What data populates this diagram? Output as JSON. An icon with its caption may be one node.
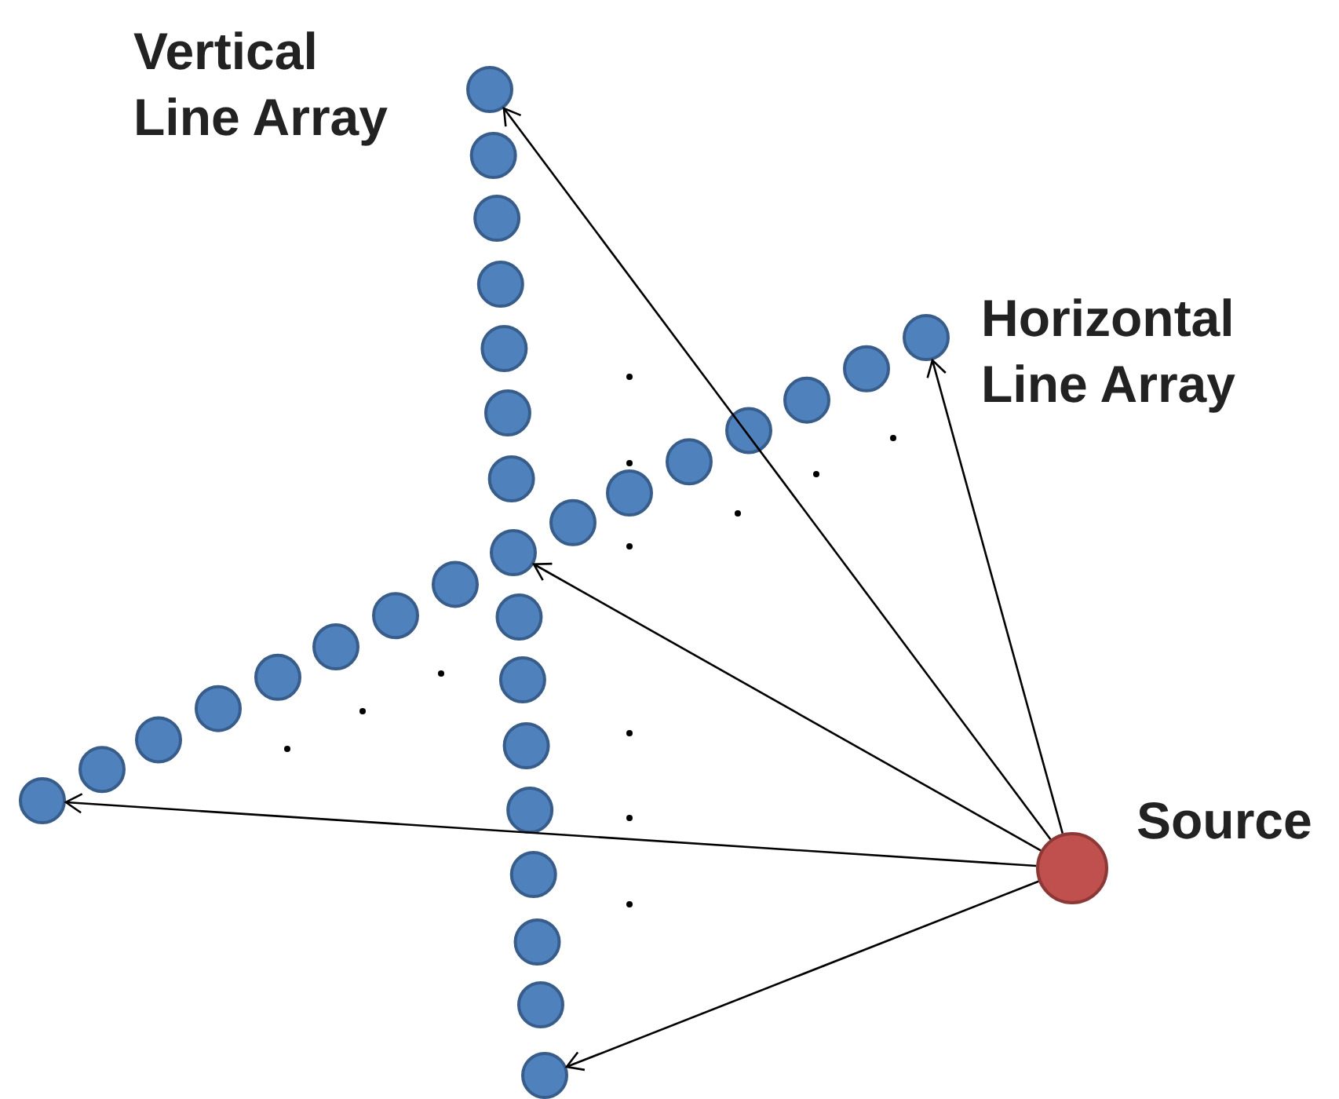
{
  "diagram": {
    "nodes": [
      {
        "text": [],
        "shape": "circle"
      },
      {
        "text": [],
        "shape": "circle"
      },
      {
        "text": [],
        "shape": "circle"
      },
      {
        "text": [],
        "shape": "circle"
      },
      {
        "text": [],
        "shape": "circle",
        "beside": [
          "Source"
        ]
      },
      {
        "text": [],
        "shape": "circle"
      }
    ],
    "edges": [
      {
        "from": 4,
        "to": 0,
        "arrow": "to"
      },
      {
        "from": 4,
        "to": 1,
        "arrow": "to"
      },
      {
        "from": 4,
        "to": 2,
        "arrow": "to"
      },
      {
        "from": 4,
        "to": 3,
        "arrow": "to"
      },
      {
        "from": 4,
        "to": 5,
        "arrow": "to"
      }
    ],
    "labels": [
      "Vertical Line Array",
      "Horizontal Line Array"
    ]
  }
}
